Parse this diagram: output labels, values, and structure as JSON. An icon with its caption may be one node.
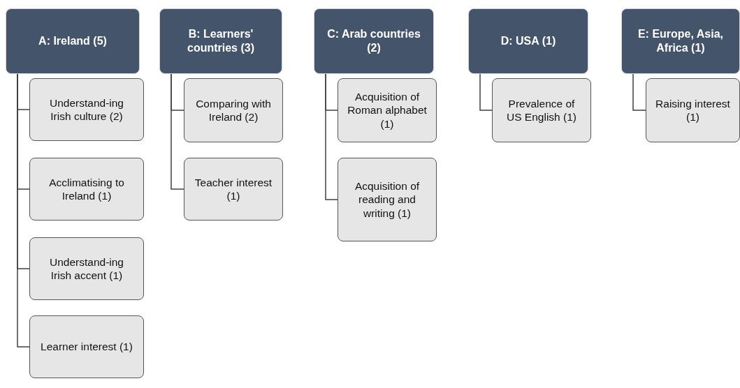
{
  "diagram": {
    "nodes": [
      {
        "text": [
          "A: Ireland (5)"
        ]
      },
      {
        "text": [
          "Understand-ing Irish culture (2)"
        ]
      },
      {
        "text": [
          "Acclimatising to Ireland (1)"
        ]
      },
      {
        "text": [
          "Understand-ing Irish accent (1)"
        ]
      },
      {
        "text": [
          "Learner interest (1)"
        ]
      },
      {
        "text": [
          "B: Learners' countries (3)"
        ]
      },
      {
        "text": [
          "Comparing with Ireland (2)"
        ]
      },
      {
        "text": [
          "Teacher interest (1)"
        ]
      },
      {
        "text": [
          "C: Arab countries (2)"
        ]
      },
      {
        "text": [
          "Acquisition of Roman alphabet (1)"
        ]
      },
      {
        "text": [
          "Acquisition of reading and writing (1)"
        ]
      },
      {
        "text": [
          "D: USA (1)"
        ]
      },
      {
        "text": [
          "Prevalence of US English (1)"
        ]
      },
      {
        "text": [
          "E: Europe, Asia, Africa (1)"
        ]
      },
      {
        "text": [
          "Raising interest (1)"
        ]
      }
    ],
    "edges": [
      {
        "from": 0,
        "to": 1,
        "arrow": "none"
      },
      {
        "from": 0,
        "to": 2,
        "arrow": "none"
      },
      {
        "from": 0,
        "to": 3,
        "arrow": "none"
      },
      {
        "from": 0,
        "to": 4,
        "arrow": "none"
      },
      {
        "from": 5,
        "to": 6,
        "arrow": "none"
      },
      {
        "from": 5,
        "to": 7,
        "arrow": "none"
      },
      {
        "from": 8,
        "to": 9,
        "arrow": "none"
      },
      {
        "from": 8,
        "to": 10,
        "arrow": "none"
      },
      {
        "from": 11,
        "to": 12,
        "arrow": "none"
      },
      {
        "from": 13,
        "to": 14,
        "arrow": "none"
      }
    ]
  }
}
